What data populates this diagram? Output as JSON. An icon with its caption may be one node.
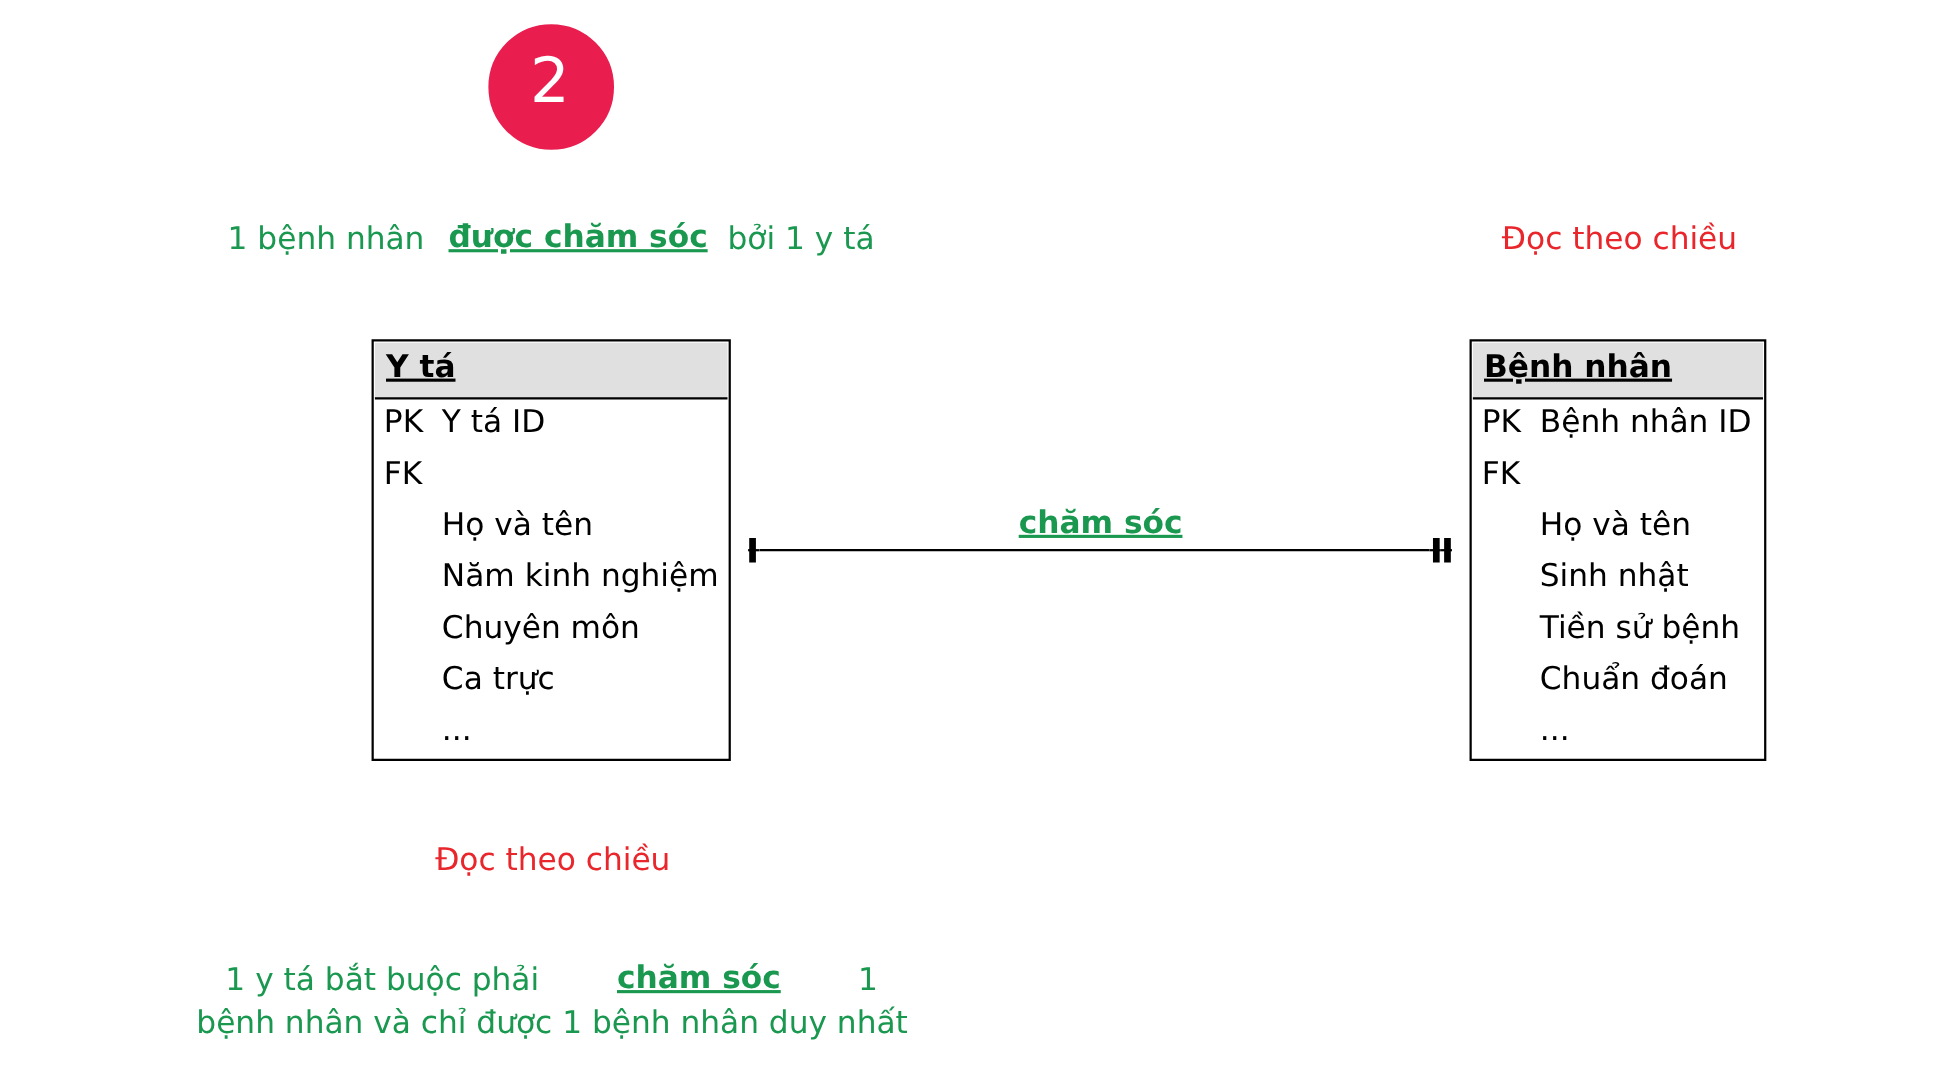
{
  "diagram": {
    "nodes": [
      {
        "text": [
          "2"
        ]
      },
      {
        "text": [
          "Y tá",
          "PK",
          "Y tá ID",
          "FK",
          "Họ và tên",
          "Năm kinh nghiệm",
          "Chuyên môn",
          "Ca trực",
          "..."
        ]
      },
      {
        "text": [
          "Bệnh nhân",
          "PK",
          "Bệnh nhân ID",
          "FK",
          "Họ và tên",
          "Sinh nhật",
          "Tiền sử bệnh",
          "Chuẩn đoán",
          "..."
        ]
      }
    ],
    "edges": [
      {
        "from": 1,
        "to": 2,
        "arrow": "other",
        "label": "chăm sóc"
      }
    ],
    "labels": [
      "1 bệnh nhân **được chăm sóc** bởi 1 y tá",
      "Đọc theo chiều",
      "Đọc theo chiều",
      "1 y tá bắt buộc phải **chăm sóc** 1 bệnh nhân và chỉ được 1 bệnh nhân duy nhất"
    ]
  }
}
